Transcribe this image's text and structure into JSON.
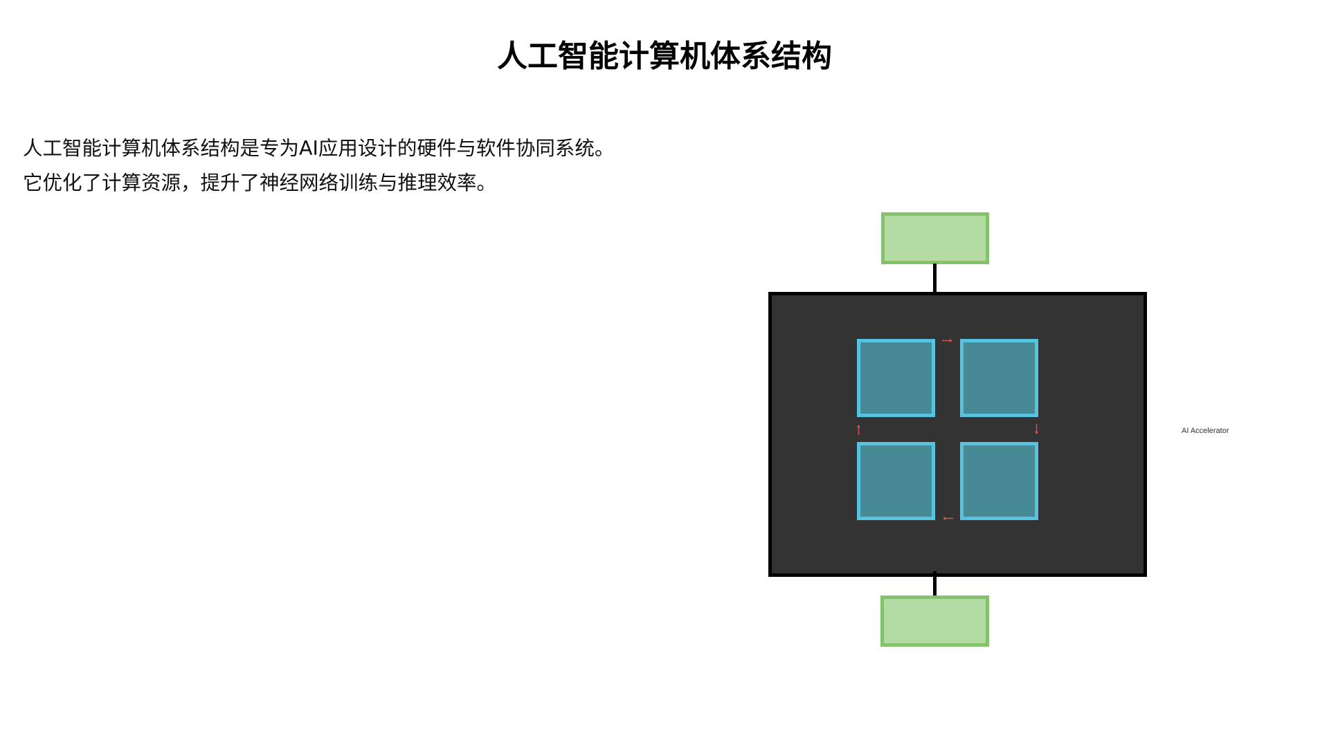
{
  "title": "人工智能计算机体系结构",
  "description": {
    "lines": [
      "人工智能计算机体系结构是专为AI应用设计的硬件与软件协同系统。",
      "它优化了计算资源，提升了神经网络训练与推理效率。"
    ]
  },
  "diagram": {
    "accelerator_label": "AI Accelerator",
    "colors": {
      "io_fill": "#b3dba3",
      "io_border": "#82c26a",
      "accelerator_fill": "#333333",
      "accelerator_border": "#000000",
      "core_fill": "#468a96",
      "core_border": "#56c4e0",
      "arrow": "#d9534f"
    },
    "nodes": [
      {
        "id": "input-block",
        "label": ""
      },
      {
        "id": "accelerator",
        "label": "AI Accelerator"
      },
      {
        "id": "output-block",
        "label": ""
      }
    ],
    "cores": [
      {
        "id": "core-top-left",
        "label": ""
      },
      {
        "id": "core-top-right",
        "label": ""
      },
      {
        "id": "core-bottom-left",
        "label": ""
      },
      {
        "id": "core-bottom-right",
        "label": ""
      }
    ],
    "flow": [
      "top-left → top-right",
      "top-right ↓ bottom-right",
      "bottom-right ← bottom-left",
      "bottom-left ↑ top-left"
    ]
  }
}
